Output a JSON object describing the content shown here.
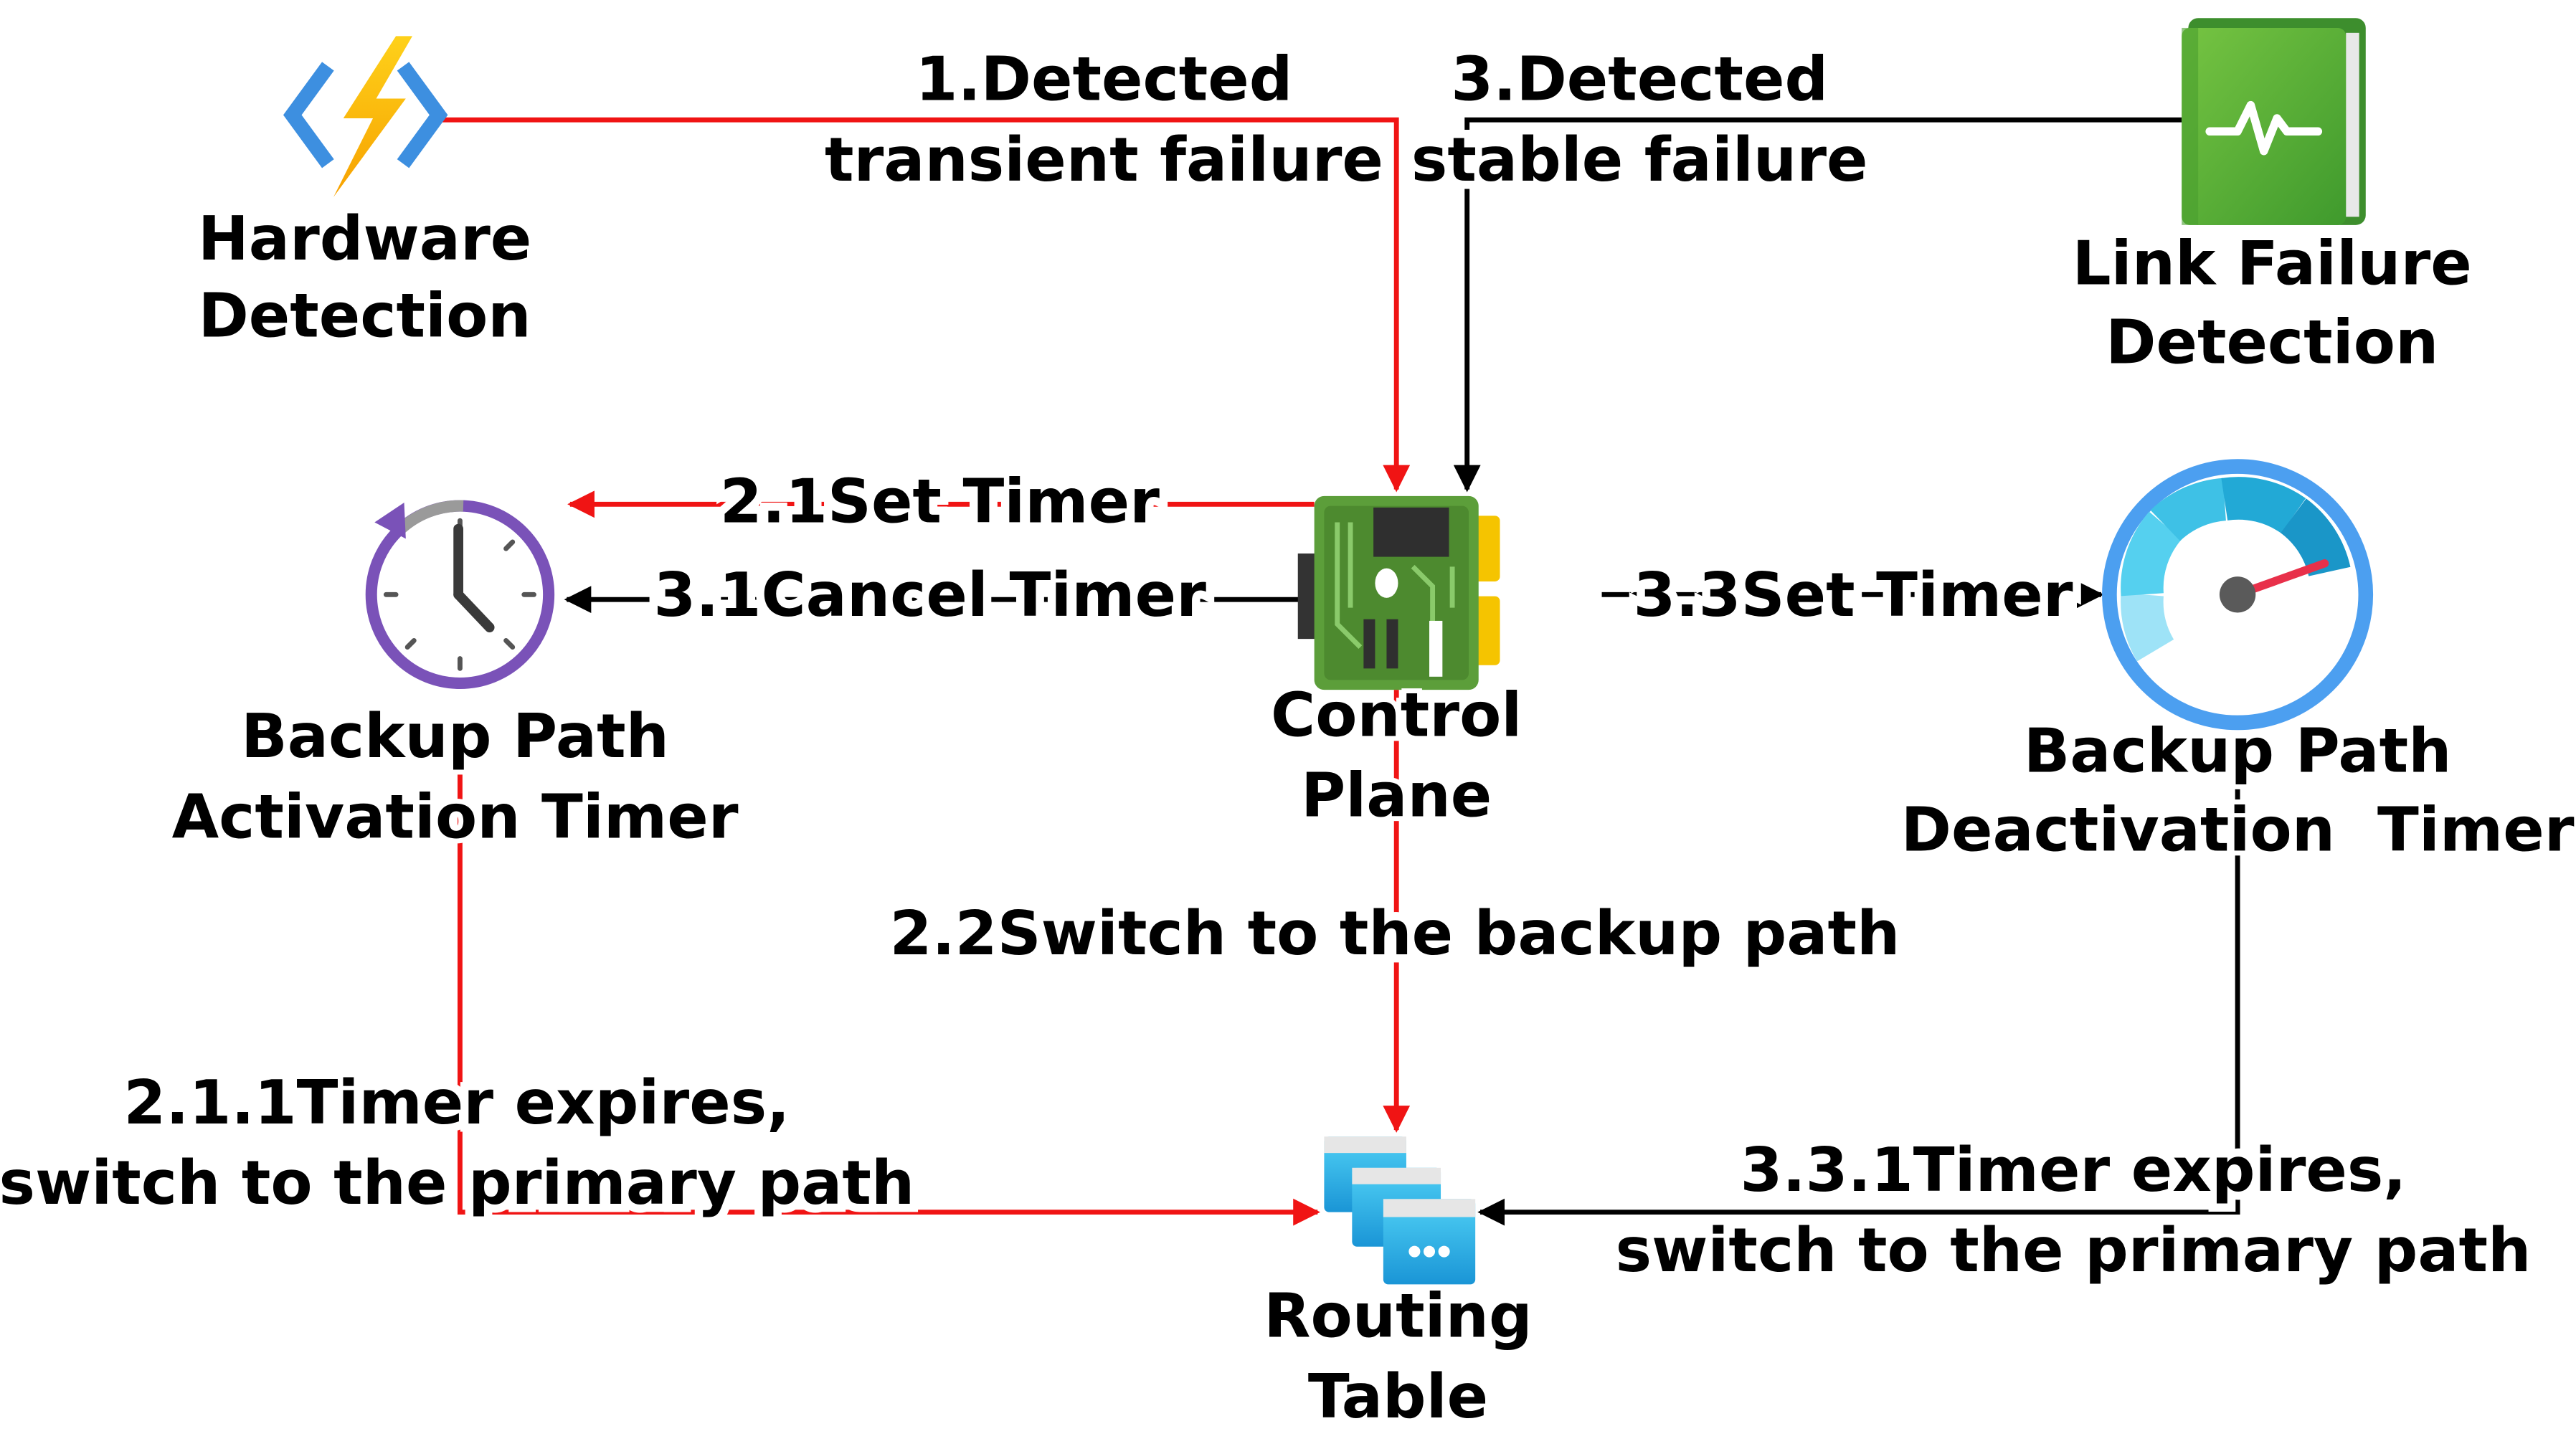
{
  "colors": {
    "red_line": "#f01414",
    "black_line": "#000000",
    "bolt_yellow": "#fcb800",
    "bracket_blue": "#4aa8f0",
    "clock_purple": "#7a52b8",
    "gauge_blue": "#4c9ff0",
    "board_green": "#5c9e3a",
    "book_green": "#5db53a",
    "table_blue": "#1ea3dc"
  },
  "nodes": {
    "hardware_detection": {
      "line1": "Hardware",
      "line2": "Detection",
      "icon": "function-lightning-icon"
    },
    "link_failure_detection": {
      "line1": "Link Failure",
      "line2": "Detection",
      "icon": "monitor-book-icon"
    },
    "activation_timer": {
      "line1": "Backup Path",
      "line2": "Activation Timer",
      "icon": "clock-icon"
    },
    "control_plane": {
      "line1": "Control",
      "line2": "Plane",
      "icon": "circuit-board-icon"
    },
    "deactivation_timer": {
      "line1": "Backup Path",
      "line2": "Deactivation  Timer",
      "icon": "gauge-icon"
    },
    "routing_table": {
      "line1": "Routing",
      "line2": "Table",
      "icon": "routing-table-icon"
    }
  },
  "edges": {
    "e1": {
      "line1": "1.Detected",
      "line2": "transient failure"
    },
    "e3": {
      "line1": "3.Detected",
      "line2": "stable failure"
    },
    "e21": {
      "label": "2.1Set Timer"
    },
    "e31": {
      "label": "3.1Cancel Timer"
    },
    "e33": {
      "label": "3.3Set Timer"
    },
    "e22": {
      "label": "2.2Switch to the backup path"
    },
    "e211": {
      "line1": "2.1.1Timer expires,",
      "line2": "switch to the primary path"
    },
    "e331": {
      "line1": "3.3.1Timer expires,",
      "line2": "switch to the primary path"
    }
  }
}
